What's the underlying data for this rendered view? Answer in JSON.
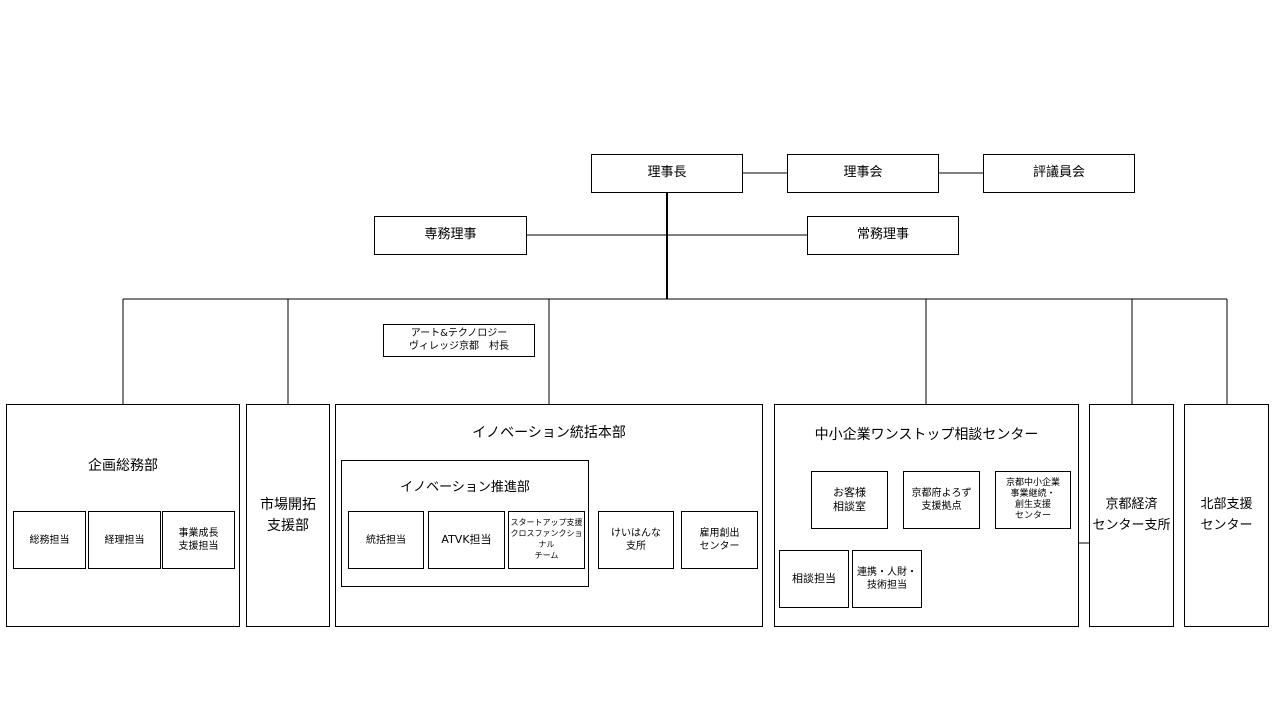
{
  "top": {
    "chairman": "理事長",
    "board": "理事会",
    "councilors": "評議員会",
    "executive_director": "専務理事",
    "managing_director": "常務理事"
  },
  "village": {
    "label": "アート&テクノロジー\nヴィレッジ京都　村長"
  },
  "planning": {
    "title": "企画総務部",
    "sections": [
      "総務担当",
      "経理担当",
      "事業成長\n支援担当"
    ]
  },
  "market": {
    "title": "市場開拓\n支援部"
  },
  "innovation": {
    "title": "イノベーション統括本部",
    "promotion": {
      "title": "イノベーション推進部",
      "sections": [
        "統括担当",
        "ATVK担当",
        "スタートアップ支援\nクロスファンクショナル\nチーム"
      ]
    },
    "keihanna": "けいはんな\n支所",
    "employment": "雇用創出\nセンター"
  },
  "sme": {
    "title": "中小企業ワンストップ相談センター",
    "customer": "お客様\n相談室",
    "kyoto_hub": "京都府よろず\n支援拠点",
    "succession": "京都中小企業\n事業継続・\n創生支援\nセンター",
    "consult": "相談担当",
    "partner": "連携・人財・\n技術担当"
  },
  "kyoto_center": {
    "title": "京都経済\nセンター支所"
  },
  "north": {
    "title": "北部支援\nセンター"
  }
}
